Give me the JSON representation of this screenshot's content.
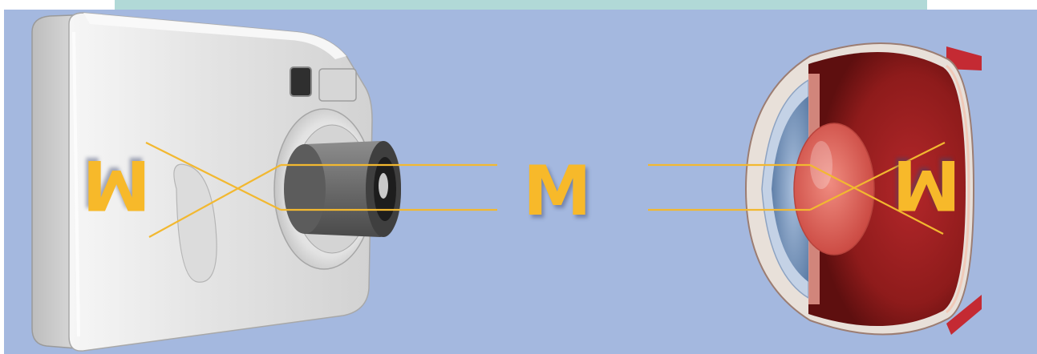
{
  "diagram": {
    "object_letter": "M",
    "camera_image_letter": "M",
    "eye_image_letter": "M",
    "colors": {
      "background": "#a4b8df",
      "top_band": "#b1d9d7",
      "light_ray": "#f2b830",
      "letter": "#f7b92a",
      "camera_body": "#e6e6e6",
      "lens_barrel": "#6f6f6f",
      "eye_interior": "#8e1b1b",
      "iris": "#7f9dc4",
      "crystalline_lens": "#d9605a",
      "sclera_muscle": "#c42a33"
    },
    "icons": [
      "camera-icon",
      "eye-cross-section-icon"
    ]
  }
}
